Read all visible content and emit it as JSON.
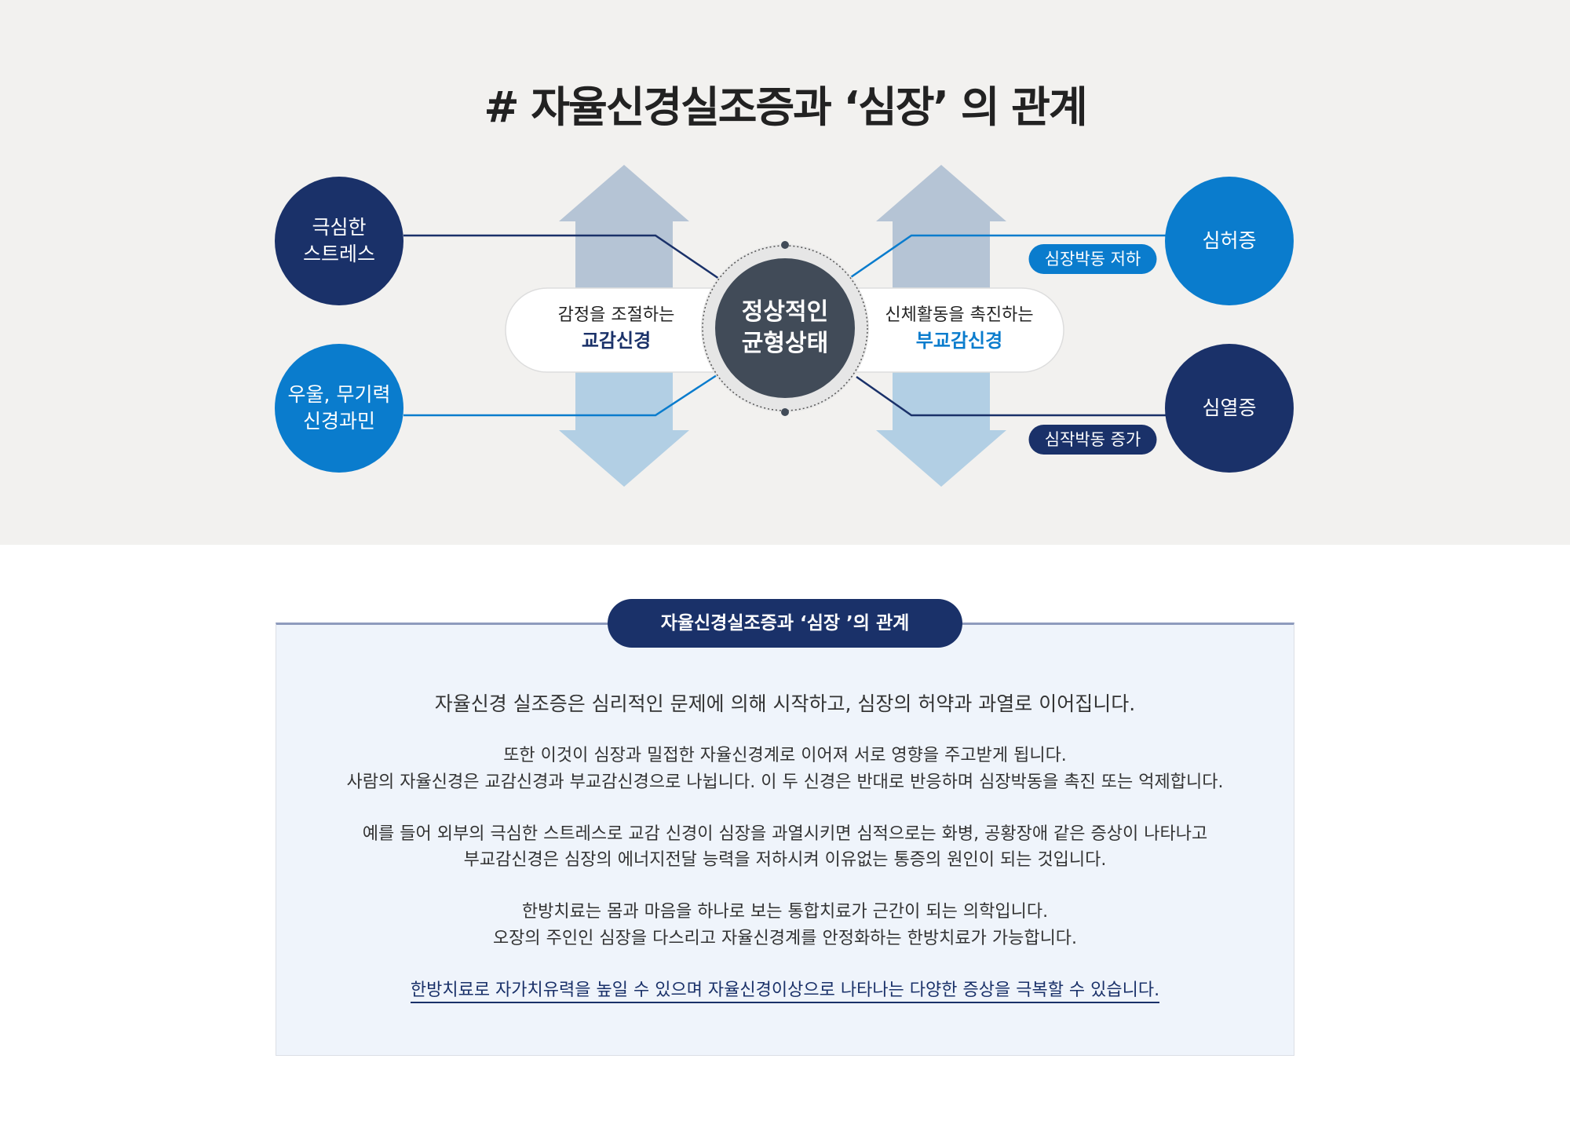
{
  "title": "# 자율신경실조증과 ‘심장’ 의 관계",
  "diagram": {
    "left_top_circle": [
      "극심한",
      "스트레스"
    ],
    "left_bottom_circle": [
      "우울, 무기력",
      "신경과민"
    ],
    "right_top_circle": "심허증",
    "right_bottom_circle": "심열증",
    "left_pill": {
      "desc": "감정을 조절하는",
      "name": "교감신경"
    },
    "right_pill": {
      "desc": "신체활동을 촉진하는",
      "name": "부교감신경"
    },
    "center": [
      "정상적인",
      "균형상태"
    ],
    "badge_top": "심장박동 저하",
    "badge_bottom": "심작박동 증가",
    "colors": {
      "navy": "#1a3169",
      "blue": "#0a7ccd",
      "center": "#414b58",
      "arrow_up": "#b5c4d5",
      "arrow_down": "#b2cfe4"
    }
  },
  "section": {
    "heading": "자율신경실조증과 ‘심장 ’의 관계",
    "lead": "자율신경 실조증은 심리적인 문제에 의해 시작하고, 심장의 허약과 과열로 이어집니다.",
    "paragraphs": [
      "또한 이것이 심장과 밀접한 자율신경계로 이어져 서로 영향을 주고받게 됩니다.",
      "사람의 자율신경은 교감신경과 부교감신경으로 나뉩니다. 이 두 신경은 반대로 반응하며 심장박동을 촉진 또는 억제합니다.",
      "예를 들어 외부의 극심한 스트레스로 교감 신경이 심장을 과열시키면 심적으로는 화병, 공황장애 같은 증상이 나타나고",
      "부교감신경은 심장의 에너지전달 능력을 저하시켜 이유없는 통증의 원인이 되는 것입니다.",
      "한방치료는 몸과 마음을 하나로 보는 통합치료가 근간이 되는 의학입니다.",
      "오장의 주인인 심장을 다스리고 자율신경계를 안정화하는 한방치료가 가능합니다."
    ],
    "conclusion": "한방치료로 자가치유력을 높일 수 있으며 자율신경이상으로 나타나는 다양한 증상을 극복할 수 있습니다."
  }
}
